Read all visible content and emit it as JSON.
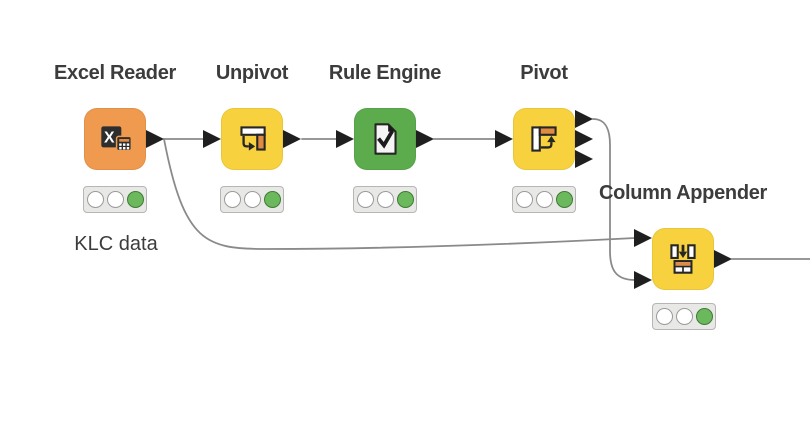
{
  "app": "knime-workflow-editor",
  "nodes": [
    {
      "id": "excel-reader",
      "label": "Excel Reader",
      "category_color": "#EF9A4E",
      "status": "executed",
      "annotation": "KLC data"
    },
    {
      "id": "unpivot",
      "label": "Unpivot",
      "category_color": "#F7D23E",
      "status": "executed"
    },
    {
      "id": "rule-engine",
      "label": "Rule Engine",
      "category_color": "#5CAC4E",
      "status": "executed"
    },
    {
      "id": "pivot",
      "label": "Pivot",
      "category_color": "#F7D23E",
      "status": "executed"
    },
    {
      "id": "column-appender",
      "label": "Column Appender",
      "category_color": "#F7D23E",
      "status": "executed"
    }
  ],
  "connections": [
    {
      "from": "excel-reader",
      "from_port": 1,
      "to": "unpivot",
      "to_port": 1
    },
    {
      "from": "unpivot",
      "from_port": 1,
      "to": "rule-engine",
      "to_port": 1
    },
    {
      "from": "rule-engine",
      "from_port": 1,
      "to": "pivot",
      "to_port": 1
    },
    {
      "from": "excel-reader",
      "from_port": 1,
      "to": "column-appender",
      "to_port": 1
    },
    {
      "from": "pivot",
      "from_port": 1,
      "to": "column-appender",
      "to_port": 2
    },
    {
      "from": "column-appender",
      "from_port": 1,
      "to": "offscreen-right"
    }
  ],
  "colors": {
    "node_orange": "#EF9A4E",
    "node_yellow": "#F7D23E",
    "node_green": "#5CAC4E",
    "icon_orange": "#DF8B41",
    "status_green_fill": "#6CB85C",
    "status_green_ring": "#3E7B36",
    "wire_gray": "#8A8A8A",
    "port_black": "#1F1F1F",
    "label_text": "#3c3c3c",
    "background": "#ffffff"
  }
}
